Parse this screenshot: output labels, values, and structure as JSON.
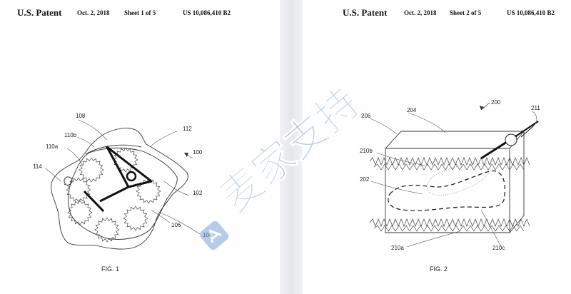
{
  "sheets": [
    {
      "header": {
        "title": "U.S. Patent",
        "date": "Oct. 2, 2018",
        "sheet": "Sheet 1 of 5",
        "number": "US 10,086,410 B2"
      },
      "figure_label": "FIG. 1",
      "callouts": [
        "108",
        "110b",
        "110a",
        "114",
        "112",
        "100",
        "102",
        "106",
        "104"
      ]
    },
    {
      "header": {
        "title": "U.S. Patent",
        "date": "Oct. 2, 2018",
        "sheet": "Sheet 2 of 5",
        "number": "US 10,086,410 B2"
      },
      "figure_label": "FIG. 2",
      "callouts": [
        "200",
        "211",
        "206",
        "204",
        "210b",
        "202",
        "210a",
        "210c"
      ]
    }
  ],
  "watermark": {
    "text": "麦家支持",
    "color": "#7aa3d6"
  }
}
